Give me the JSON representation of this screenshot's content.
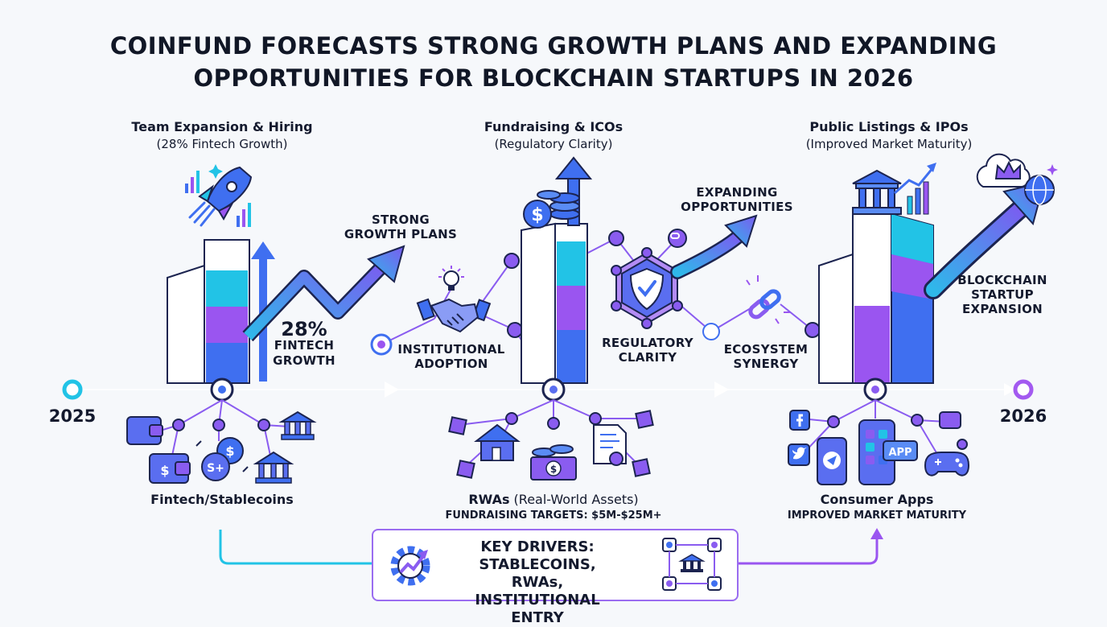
{
  "title": {
    "line1": "COINFUND FORECASTS STRONG GROWTH PLANS AND EXPANDING",
    "line2": "OPPORTUNITIES FOR BLOCKCHAIN STARTUPS IN 2026"
  },
  "timeline": {
    "start_year": "2025",
    "end_year": "2026"
  },
  "sections": {
    "team": {
      "heading": "Team Expansion & Hiring",
      "subheading": "(28% Fintech Growth)"
    },
    "fundraising": {
      "heading": "Fundraising & ICOs",
      "subheading": "(Regulatory Clarity)"
    },
    "listings": {
      "heading": "Public Listings & IPOs",
      "subheading": "(Improved Market Maturity)"
    }
  },
  "stat": {
    "value": "28%",
    "line1": "FINTECH",
    "line2": "GROWTH"
  },
  "labels": {
    "strong_growth": {
      "line1": "STRONG",
      "line2": "GROWTH PLANS"
    },
    "expanding": {
      "line1": "EXPANDING",
      "line2": "OPPORTUNITIES"
    },
    "institutional": {
      "line1": "INSTITUTIONAL",
      "line2": "ADOPTION"
    },
    "regulatory": {
      "line1": "REGULATORY",
      "line2": "CLARITY"
    },
    "ecosystem": {
      "line1": "ECOSYSTEM",
      "line2": "SYNERGY"
    },
    "blockchain": {
      "line1": "BLOCKCHAIN",
      "line2": "STARTUP",
      "line3": "EXPANSION"
    }
  },
  "bottom": {
    "fintech": {
      "title": "Fintech/Stablecoins"
    },
    "rwas": {
      "title_bold": "RWAs",
      "title_rest": " (Real-World Assets)",
      "note": "FUNDRAISING TARGETS: $5M-$25M+"
    },
    "consumer": {
      "title": "Consumer Apps",
      "note": "IMPROVED MARKET MATURITY"
    }
  },
  "drivers": {
    "line1": "KEY DRIVERS:",
    "line2": "STABLECOINS, RWAs,",
    "line3": "INSTITUTIONAL ENTRY"
  },
  "icon_text": {
    "app": "APP",
    "dollar": "$",
    "stable": "S+"
  },
  "colors": {
    "cyan": "#22c3e6",
    "blue": "#3f6ff0",
    "purple": "#9a55f0",
    "navy": "#1c2450"
  }
}
